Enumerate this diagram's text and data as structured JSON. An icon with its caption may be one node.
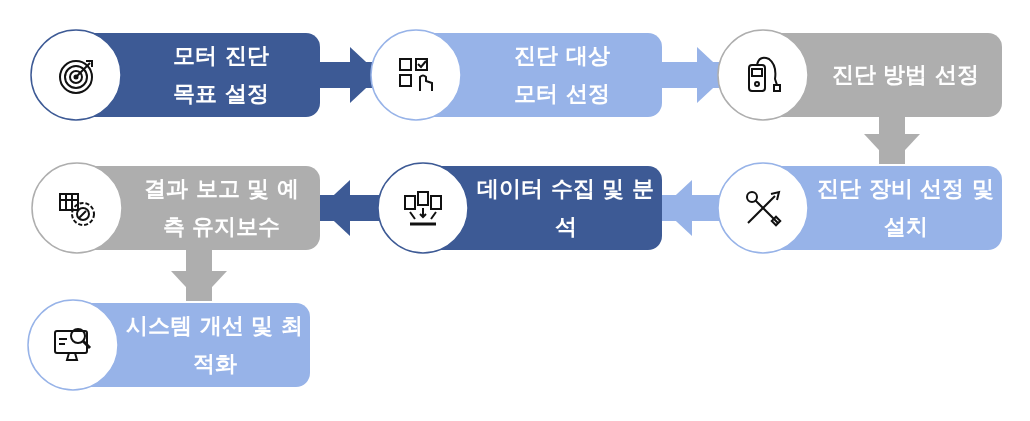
{
  "diagram": {
    "nodes": [
      {
        "text": [
          "모터 진단 목표 설정"
        ]
      },
      {
        "text": [
          "진단 대상 모터 선정"
        ]
      },
      {
        "text": [
          "진단 방법 선정"
        ]
      },
      {
        "text": [
          "진단 장비 선정 및 설치"
        ]
      },
      {
        "text": [
          "데이터 수집 및 분석"
        ]
      },
      {
        "text": [
          "결과 보고 및 예측 유지보수"
        ]
      },
      {
        "text": [
          "시스템 개선 및 최적화"
        ]
      }
    ],
    "edges": [
      {
        "from": 0,
        "to": 1,
        "arrow": "to",
        "color": "#3d5a95"
      },
      {
        "from": 1,
        "to": 2,
        "arrow": "to",
        "color": "#97b3e8"
      },
      {
        "from": 2,
        "to": 3,
        "arrow": "to",
        "color": "#aeaeae"
      },
      {
        "from": 3,
        "to": 4,
        "arrow": "to",
        "color": "#97b3e8"
      },
      {
        "from": 4,
        "to": 5,
        "arrow": "to",
        "color": "#3d5a95"
      },
      {
        "from": 5,
        "to": 6,
        "arrow": "to",
        "color": "#aeaeae"
      }
    ]
  }
}
